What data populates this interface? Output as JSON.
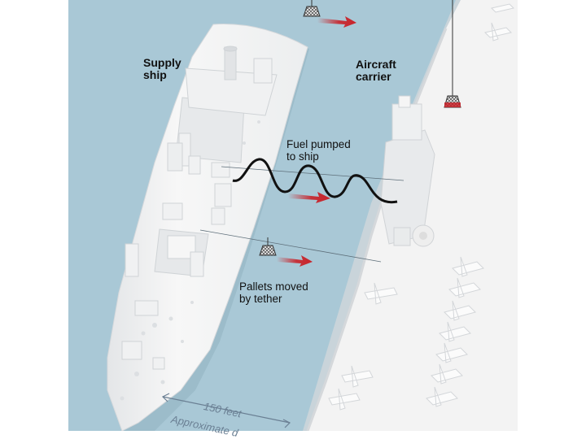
{
  "labels": {
    "supply_ship": "Supply\nship",
    "aircraft_carrier": "Aircraft\ncarrier",
    "fuel": "Fuel pumped\nto ship",
    "pallets": "Pallets moved\nby tether",
    "distance": "150 feet",
    "distance_note": "Approximate d"
  },
  "icons": {
    "pallet": "cargo-pallet-icon",
    "arrow": "direction-arrow-icon"
  },
  "colors": {
    "water": "#a9c8d6",
    "ship": "#f2f2f2",
    "shadow": "#d9dde0",
    "arrow": "#c8232a",
    "text": "#111111",
    "dimension": "#6a7f93"
  }
}
